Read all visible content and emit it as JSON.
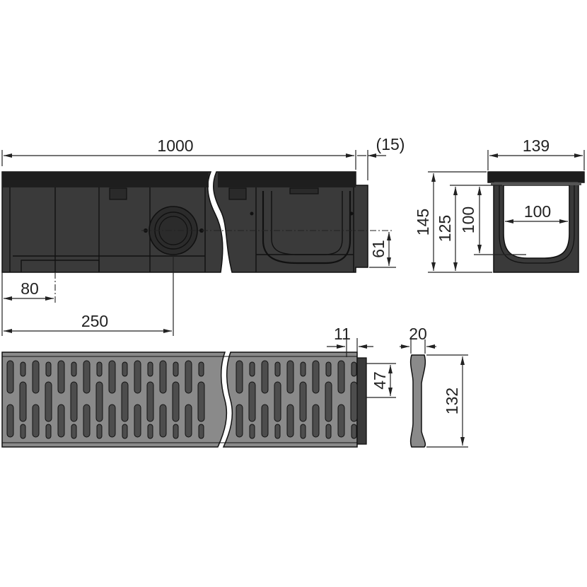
{
  "colors": {
    "body": "#3a3a3a",
    "body_dark": "#1e1e1e",
    "lines": "#222222",
    "grate_light": "#8a8a8a",
    "slot": "#4d4d4d"
  },
  "icons": {
    "break_line": "s-curve-break-icon",
    "arrow": "dimension-arrow-icon"
  },
  "dimensions": {
    "length": "1000",
    "overlap": "(15)",
    "outlet_height": "61",
    "outlet_offset": "80",
    "outlet_center": "250",
    "width_outer": "139",
    "height_total": "145",
    "height_inner": "125",
    "depth_channel": "100",
    "width_channel": "100",
    "grate_end": "11",
    "grate_edge": "47",
    "grate_thickness": "20",
    "grate_width": "132"
  }
}
